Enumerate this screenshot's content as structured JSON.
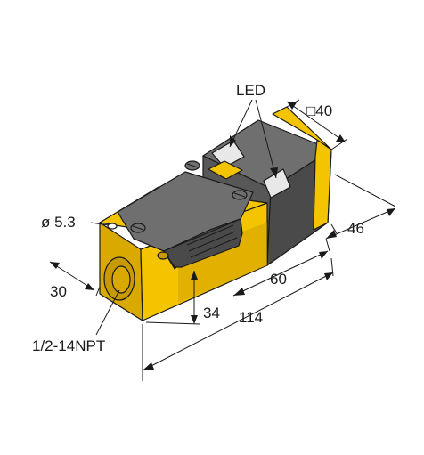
{
  "labels": {
    "led": "LED",
    "square_dim": "□40",
    "hole_dia": "ø 5.3",
    "dim_30": "30",
    "dim_34": "34",
    "dim_46": "46",
    "dim_60": "60",
    "dim_114": "114",
    "thread": "1/2-14NPT"
  },
  "colors": {
    "yellow": "#f5c400",
    "yellow_dark": "#d9a900",
    "yellow_shade": "#c99a00",
    "grey_top": "#6f6f6f",
    "grey_front": "#575757",
    "grey_side": "#4a4a4a",
    "led_light": "#e8e8e8",
    "line": "#1a1a1a"
  }
}
